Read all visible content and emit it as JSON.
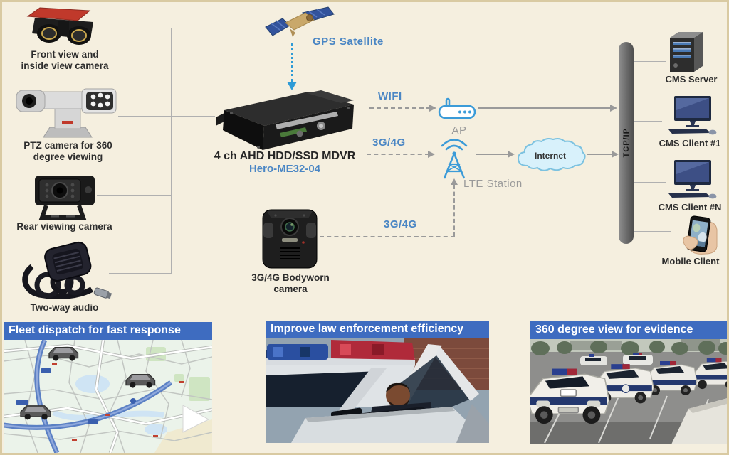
{
  "left_devices": {
    "front_camera_label": "Front view and\ninside view camera",
    "ptz_camera_label": "PTZ camera for 360\ndegree viewing",
    "rear_camera_label": "Rear viewing camera",
    "audio_label": "Two-way audio"
  },
  "gps": {
    "label": "GPS Satellite"
  },
  "mdvr": {
    "name": "4 ch AHD HDD/SSD MDVR",
    "model": "Hero-ME32-04"
  },
  "network": {
    "wifi_label": "WIFI",
    "ap_label": "AP",
    "cellular_label": "3G/4G",
    "lte_label": "LTE Station",
    "internet_label": "Internet",
    "bodyworn_link_label": "3G/4G",
    "tcpip_label": "TCP/IP"
  },
  "bodyworn": {
    "label": "3G/4G Bodyworn\ncamera"
  },
  "clients": {
    "server": "CMS Server",
    "client1": "CMS Client  #1",
    "clientN": "CMS Client #N",
    "mobile": "Mobile  Client"
  },
  "panels": [
    {
      "title": "Fleet dispatch for fast response"
    },
    {
      "title": "Improve law enforcement efficiency"
    },
    {
      "title": "360 degree view for evidence"
    }
  ],
  "colors": {
    "background": "#f5efdf",
    "accent_blue": "#4a86c4",
    "icon_blue": "#3b9bd8",
    "header_blue": "#3e6cc0",
    "bar_gray": "#606060"
  }
}
